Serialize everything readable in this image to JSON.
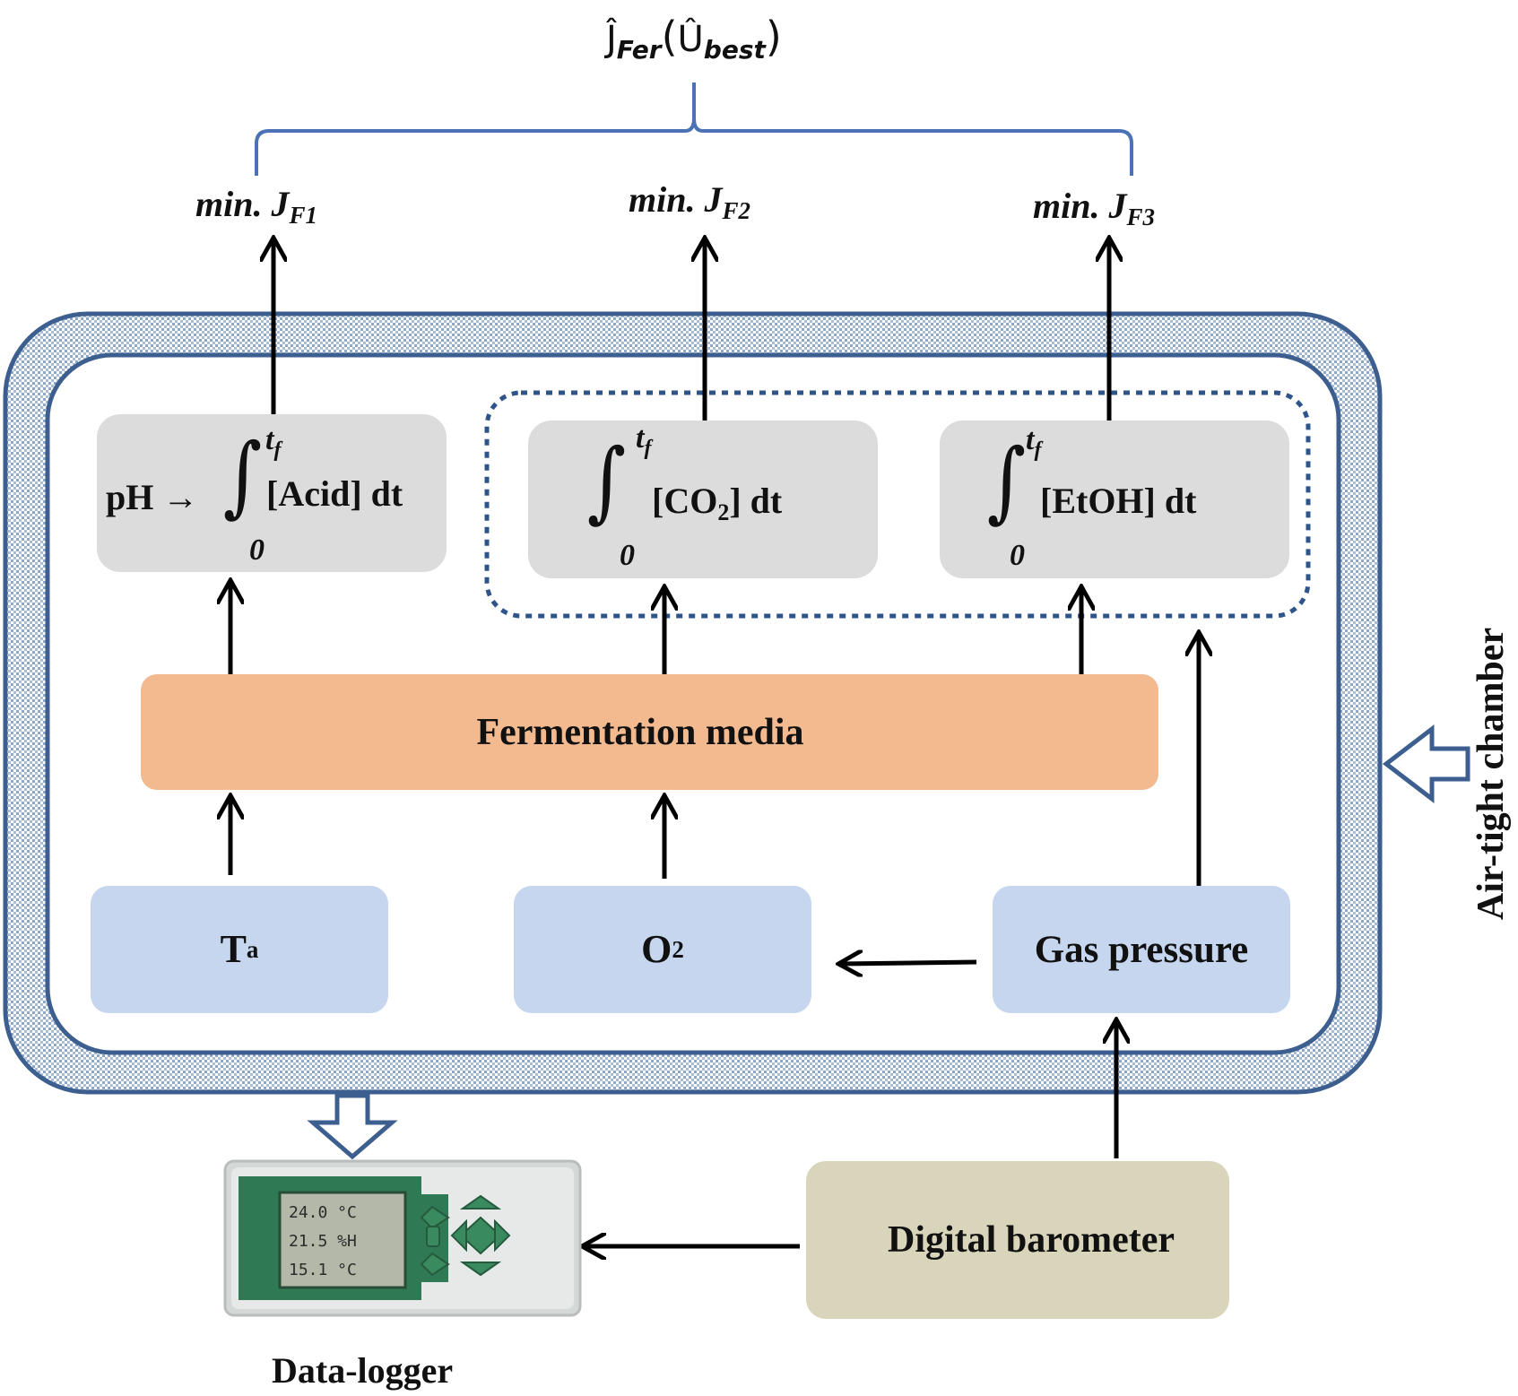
{
  "objective": {
    "total_prefix": "Ĵ",
    "total_sub": "Fer",
    "total_open": "(",
    "total_arg": "Û",
    "total_arg_sub": "best",
    "total_close": ")",
    "items": [
      {
        "label": "min. J",
        "sub": "F1"
      },
      {
        "label": "min. J",
        "sub": "F2"
      },
      {
        "label": "min. J",
        "sub": "F3"
      }
    ]
  },
  "integrals": {
    "upper": "t",
    "upper_sub": "f",
    "lower": "0",
    "acid_prefix": "pH →",
    "acid_body": "[Acid] dt",
    "co2_body_a": "[CO",
    "co2_sub": "2",
    "co2_body_b": "] dt",
    "etoh_body": "[EtOH] dt"
  },
  "fermentation_label": "Fermentation media",
  "inputs": {
    "ta_main": "T",
    "ta_sub": "a",
    "o2_main": "O",
    "o2_sub": "2",
    "gas_pressure": "Gas pressure"
  },
  "chamber_label": "Air-tight chamber",
  "barometer_label": "Digital barometer",
  "datalogger_label": "Data-logger",
  "datalogger_screen": {
    "line1": "24.0 °C",
    "line2": "21.5 %H",
    "line3": "15.1 °C"
  },
  "colors": {
    "chamber_border": "#3d5f8f",
    "integral_box": "#dcdcdc",
    "fermentation_box": "#f3b98f",
    "input_box": "#c5d6ee",
    "barometer_box": "#d9d5bb",
    "brace": "#4a72b5",
    "dotted": "#2f5489"
  }
}
